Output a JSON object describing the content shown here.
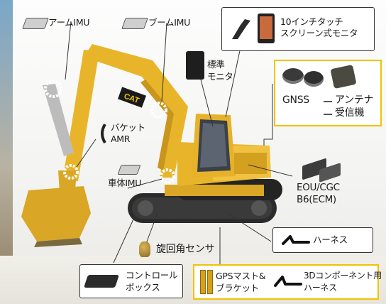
{
  "labels": {
    "arm_imu": "アームIMU",
    "boom_imu": "ブームIMU",
    "touch_monitor": "10インチタッチ\nスクリーン式モニタ",
    "std_monitor": "標準\nモニタ",
    "gnss": "GNSS",
    "antenna": "アンテナ",
    "receiver": "受信機",
    "bucket_amr": "バケット\nAMR",
    "body_imu": "車体IMU",
    "eou": "EOU/CGC\nB6(ECM)",
    "harness": "ハーネス",
    "swing_sensor": "旋回角センサ",
    "control_box": "コントロール\nボックス",
    "gps_mast": "GPSマスト&\nブラケット",
    "harness_3d": "3Dコンポーネント用\nハーネス"
  },
  "machine": {
    "brand": "CAT"
  },
  "colors": {
    "accent_yellow": "#f2c200",
    "machine_yellow": "#e8b52a",
    "track": "#2b2b2b"
  }
}
